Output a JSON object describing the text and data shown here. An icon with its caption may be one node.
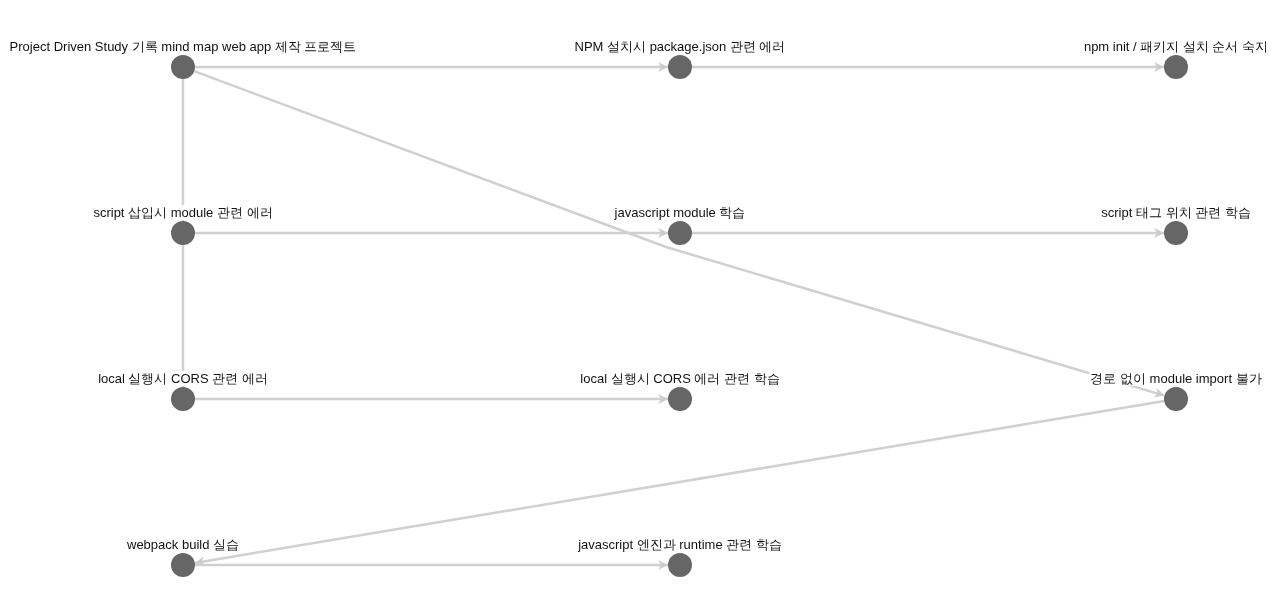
{
  "diagram": {
    "nodes": [
      {
        "text": [
          "Project Driven Study 기록 mind map web app 제작 프로젝트"
        ]
      },
      {
        "text": [
          "NPM 설치시 package.json 관련 에러"
        ]
      },
      {
        "text": [
          "npm init / 패키지 설치 순서 숙지"
        ]
      },
      {
        "text": [
          "script 삽입시 module 관련 에러"
        ]
      },
      {
        "text": [
          "javascript module 학습"
        ]
      },
      {
        "text": [
          "script 태그 위치 관련 학습"
        ]
      },
      {
        "text": [
          "local 실행시 CORS 관련 에러"
        ]
      },
      {
        "text": [
          "local 실행시 CORS 에러 관련 학습"
        ]
      },
      {
        "text": [
          "경로 없이 module import 불가"
        ]
      },
      {
        "text": [
          "webpack build 실습"
        ]
      },
      {
        "text": [
          "javascript 엔진과 runtime 관련 학습"
        ]
      }
    ],
    "edges": [
      {
        "from": 0,
        "to": 1,
        "arrow": "to"
      },
      {
        "from": 1,
        "to": 2,
        "arrow": "to"
      },
      {
        "from": 0,
        "to": 3,
        "arrow": "none"
      },
      {
        "from": 0,
        "to": 8,
        "arrow": "to"
      },
      {
        "from": 3,
        "to": 4,
        "arrow": "to"
      },
      {
        "from": 4,
        "to": 5,
        "arrow": "to"
      },
      {
        "from": 3,
        "to": 6,
        "arrow": "none"
      },
      {
        "from": 6,
        "to": 7,
        "arrow": "to"
      },
      {
        "from": 8,
        "to": 9,
        "arrow": "to"
      },
      {
        "from": 9,
        "to": 10,
        "arrow": "to"
      }
    ]
  }
}
